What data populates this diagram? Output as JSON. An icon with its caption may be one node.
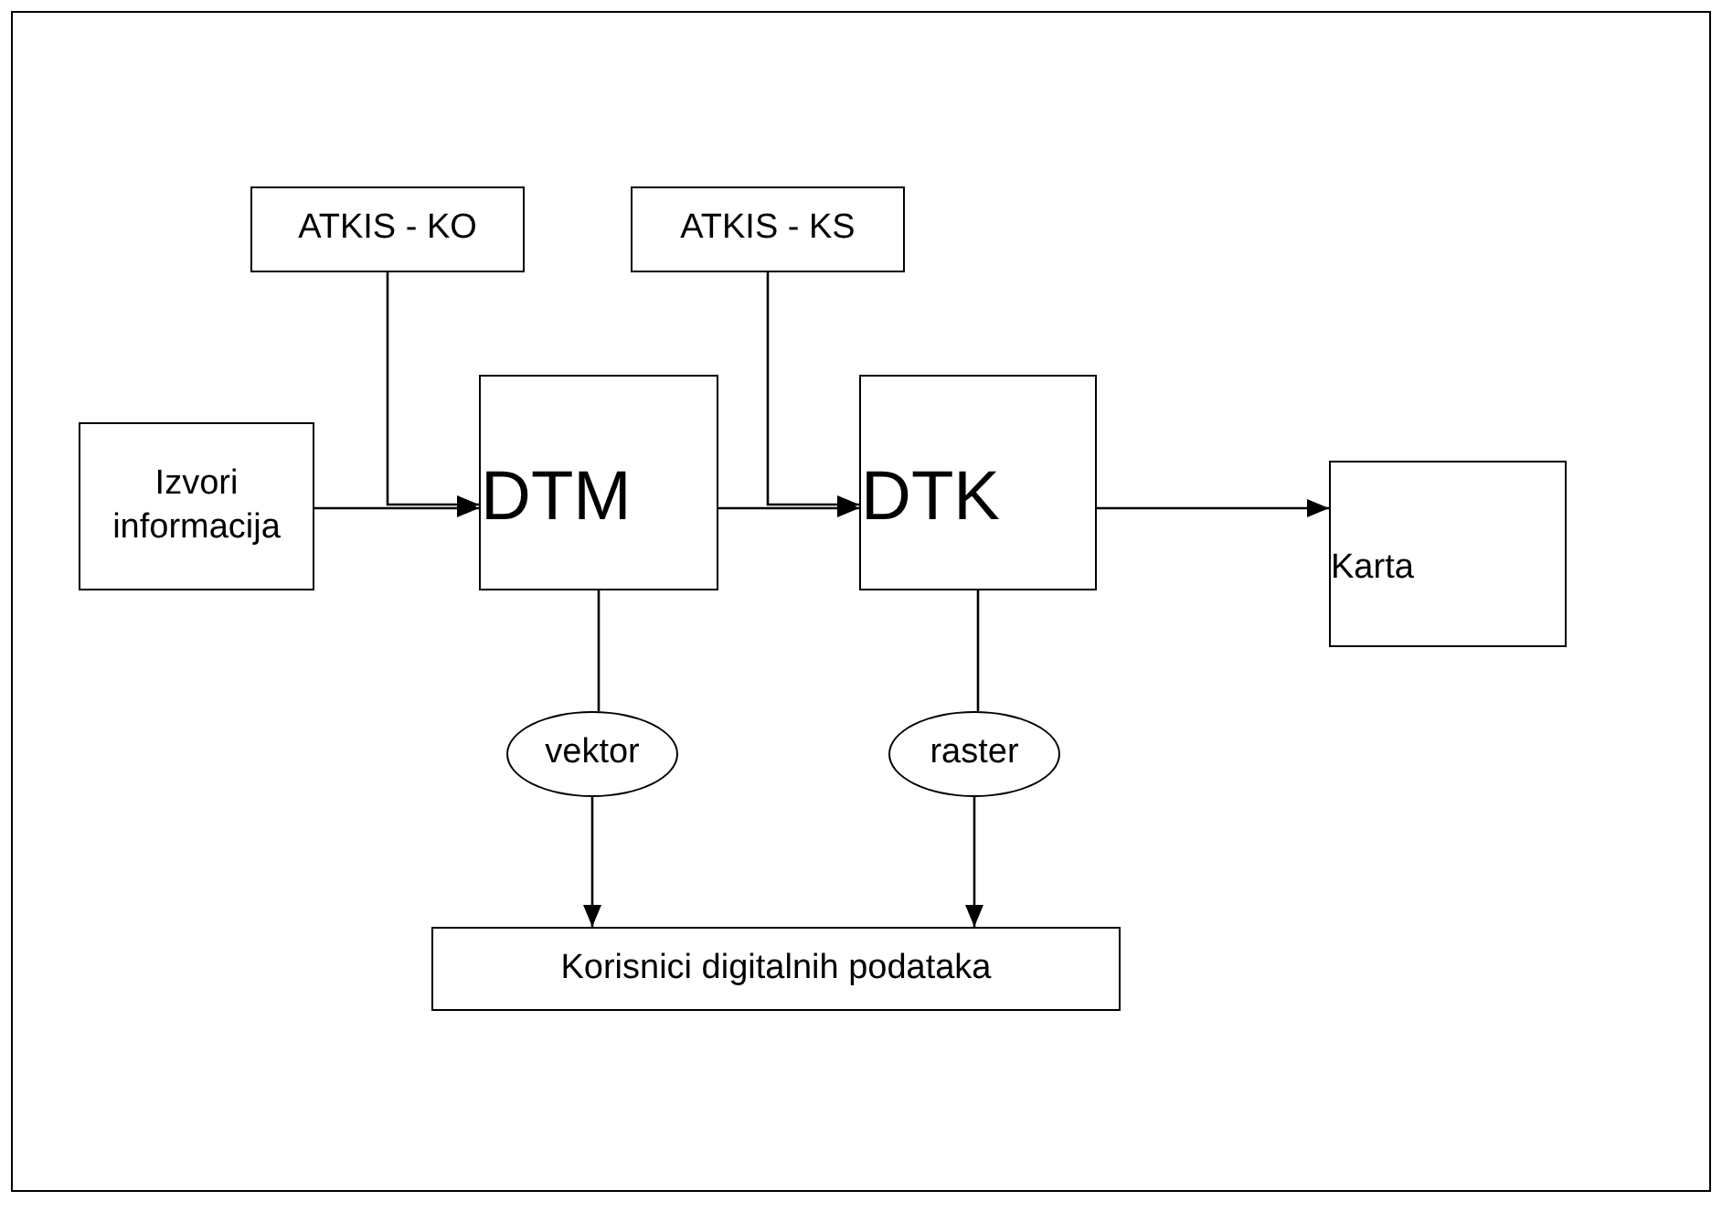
{
  "diagram": {
    "nodes": [
      {
        "text": [
          "ATKIS - KO"
        ]
      },
      {
        "text": [
          "ATKIS - KS"
        ]
      },
      {
        "text": [
          "Izvori informacija"
        ]
      },
      {
        "text": [
          "DTM"
        ]
      },
      {
        "text": [
          "DTK"
        ]
      },
      {
        "text": [
          "Karta"
        ]
      },
      {
        "text": [
          "vektor"
        ]
      },
      {
        "text": [
          "raster"
        ]
      },
      {
        "text": [
          "Korisnici digitalnih podataka"
        ]
      }
    ],
    "edges": [
      {
        "from": 2,
        "to": 3,
        "arrow": "to"
      },
      {
        "from": 0,
        "to": 3,
        "arrow": "to"
      },
      {
        "from": 3,
        "to": 4,
        "arrow": "to"
      },
      {
        "from": 1,
        "to": 4,
        "arrow": "to"
      },
      {
        "from": 4,
        "to": 5,
        "arrow": "to"
      },
      {
        "from": 3,
        "to": 6,
        "arrow": "none"
      },
      {
        "from": 6,
        "to": 8,
        "arrow": "to"
      },
      {
        "from": 4,
        "to": 7,
        "arrow": "none"
      },
      {
        "from": 7,
        "to": 8,
        "arrow": "to"
      }
    ]
  }
}
